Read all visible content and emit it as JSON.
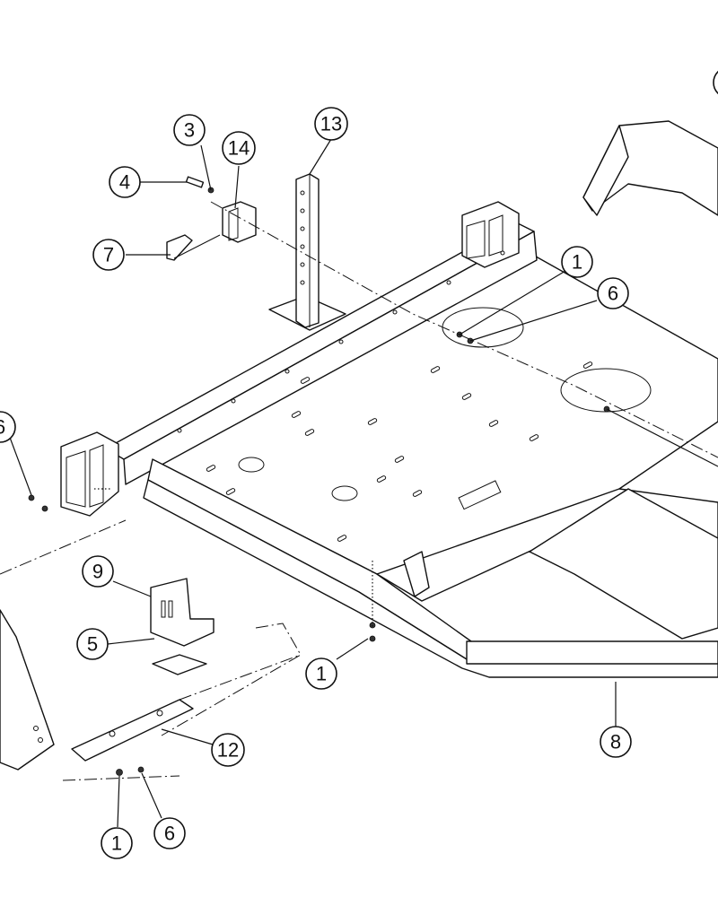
{
  "callouts": {
    "c3": "3",
    "c4": "4",
    "c14": "14",
    "c13": "13",
    "c7": "7",
    "c1_top": "1",
    "c6_top": "6",
    "c6_left": "6",
    "c9": "9",
    "c5": "5",
    "c1_mid": "1",
    "c12": "12",
    "c8": "8",
    "c1_bottom": "1",
    "c6_bottom": "6"
  }
}
